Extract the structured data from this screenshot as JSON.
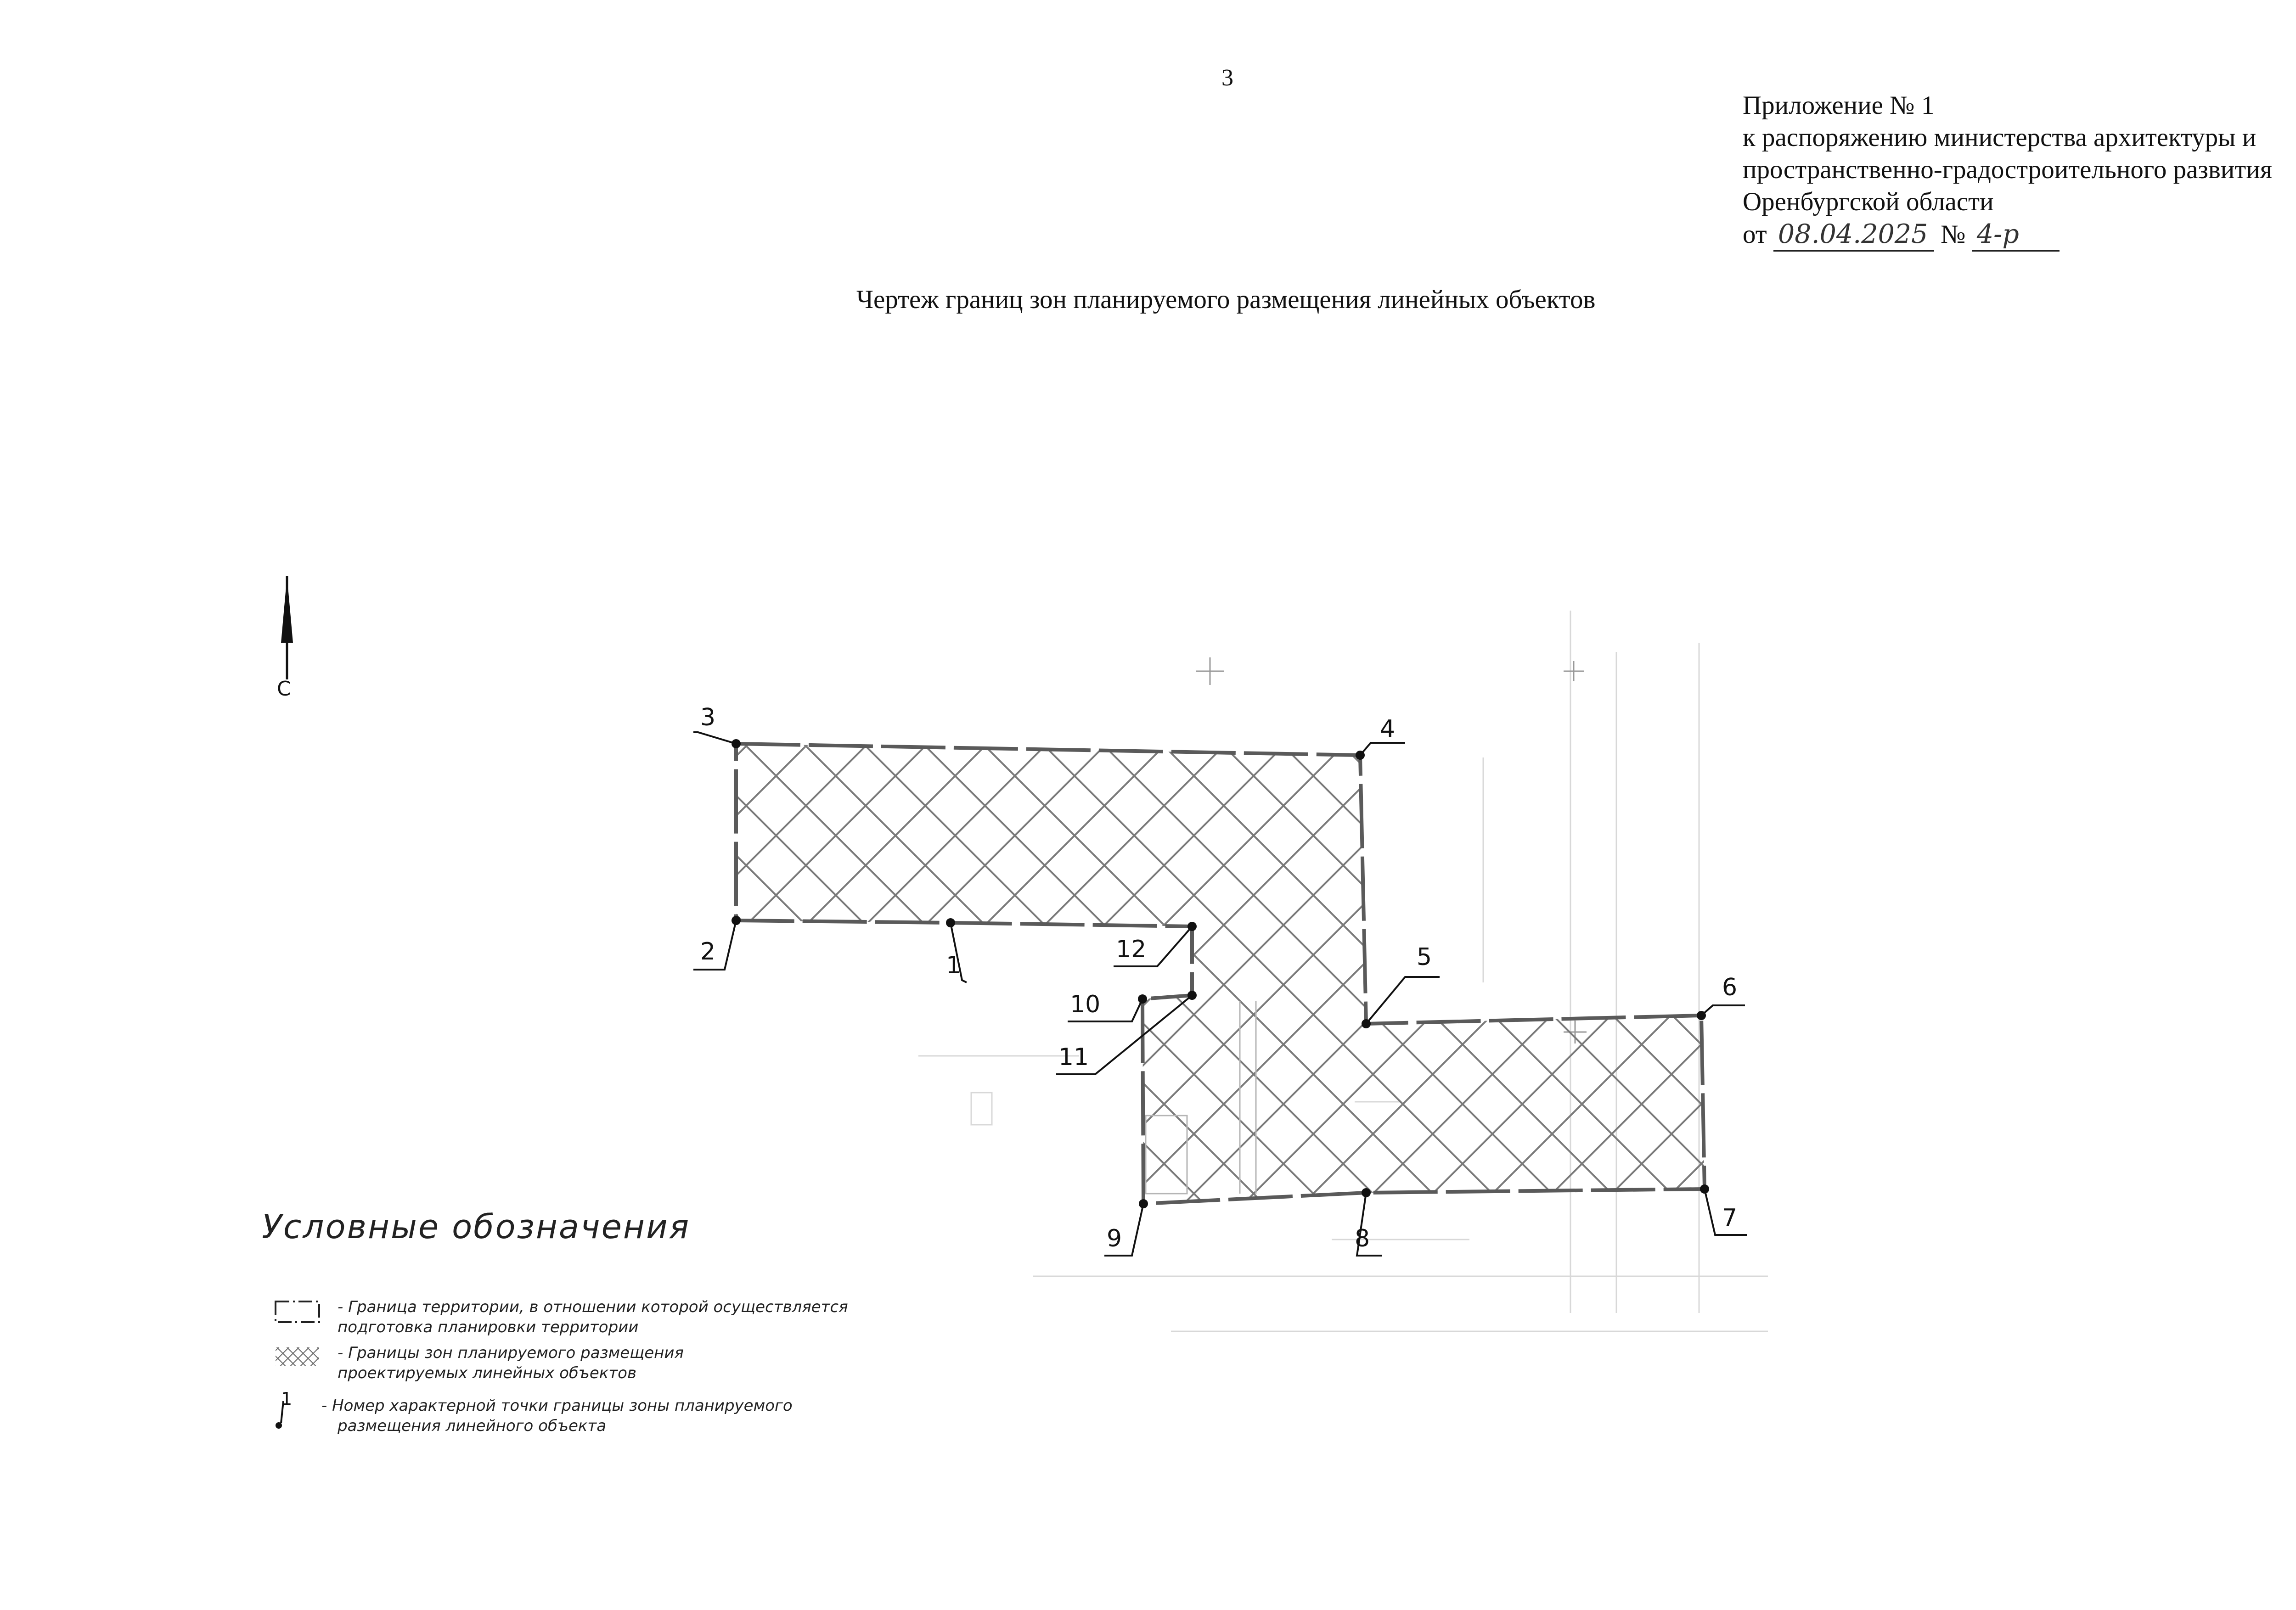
{
  "page_number": "3",
  "appendix": {
    "line1": "Приложение № 1",
    "line2": "к распоряжению министерства архитектуры и",
    "line3": "пространственно-градостроительного развития",
    "line4": "Оренбургской области",
    "date_prefix": "от",
    "date_value": "08.04.2025",
    "number_prefix": "№",
    "number_value": "4-р"
  },
  "drawing_title": "Чертеж границ зон планируемого размещения линейных объектов",
  "north_arrow": {
    "label": "С",
    "icon": "north-arrow-icon"
  },
  "boundary_points": [
    {
      "id": "1",
      "label": "1"
    },
    {
      "id": "2",
      "label": "2"
    },
    {
      "id": "3",
      "label": "3"
    },
    {
      "id": "4",
      "label": "4"
    },
    {
      "id": "5",
      "label": "5"
    },
    {
      "id": "6",
      "label": "6"
    },
    {
      "id": "7",
      "label": "7"
    },
    {
      "id": "8",
      "label": "8"
    },
    {
      "id": "9",
      "label": "9"
    },
    {
      "id": "10",
      "label": "10"
    },
    {
      "id": "11",
      "label": "11"
    },
    {
      "id": "12",
      "label": "12"
    }
  ],
  "legend": {
    "title": "Условные обозначения",
    "items": [
      {
        "symbol": "dash-dot-rectangle",
        "text_line1": "- Граница территории, в отношении которой осуществляется",
        "text_line2": "подготовка планировки территории"
      },
      {
        "symbol": "crosshatch",
        "text_line1": "- Границы зон планируемого размещения",
        "text_line2": "проектируемых линейных объектов"
      },
      {
        "symbol": "point-number",
        "symbol_label": "1",
        "text_line1": "- Номер характерной точки границы зоны планируемого",
        "text_line2": "размещения линейного объекта"
      }
    ]
  },
  "colors": {
    "hatch": "#7a7a7a",
    "boundary": "#5a5a5a",
    "points": "#111111"
  }
}
